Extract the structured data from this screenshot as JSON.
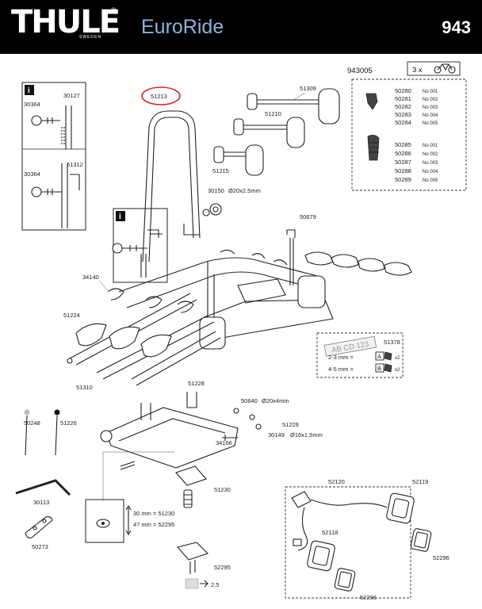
{
  "header": {
    "brand": "THULE",
    "brand_tagline": "SWEDEN",
    "product": "EuroRide",
    "product_number": "943"
  },
  "kit": {
    "article": "943005",
    "quantity": "3 x",
    "codes_a": [
      "50280",
      "50281",
      "50282",
      "50283",
      "50284"
    ],
    "codes_b": [
      "50285",
      "50286",
      "50287",
      "50288",
      "50289"
    ],
    "variants": [
      "No 001",
      "No 002",
      "No 003",
      "No 004",
      "No 005"
    ]
  },
  "info_boxes": {
    "icon": "i",
    "box1_parts": [
      "30127",
      "30364",
      "30364",
      "51312"
    ],
    "box2_icon": "i"
  },
  "parts": {
    "frame": "51213",
    "arms": [
      "51309",
      "51210",
      "51215"
    ],
    "washer": "30150",
    "washer_dim": "Ø20x2.5mm",
    "holder": "50679",
    "strap": "34140",
    "wheel_holder": "51224",
    "arm_profile": "51310",
    "license_plate": "51378",
    "plate_text": "AB CD 123",
    "plate_opt_a": "2-3 mm =",
    "plate_opt_b": "4-5 mm =",
    "plate_key_a": "A",
    "plate_key_b": "B",
    "plate_qty_a": "x2",
    "plate_qty_b": "x2",
    "coupling_top": "51228",
    "washer2": "50640",
    "washer2_dim": "Ø20x4mm",
    "screw": "51229",
    "spring": "30149",
    "spring_dim": "Ø16x1,5mm",
    "pin": "34166",
    "clamp": "51230",
    "clamp_alt": "52295",
    "ball_note_a": "30 mm = 51230",
    "ball_note_b": "47 mm = 52295",
    "lever_val": "2,5",
    "strap_a": "50248",
    "strap_b": "51226",
    "hex_key": "30113",
    "bracket": "50273",
    "harness": "52120",
    "lamp_right": "52119",
    "lamp_left": "52118",
    "lens_right": "52296",
    "lens_left": "52296"
  }
}
